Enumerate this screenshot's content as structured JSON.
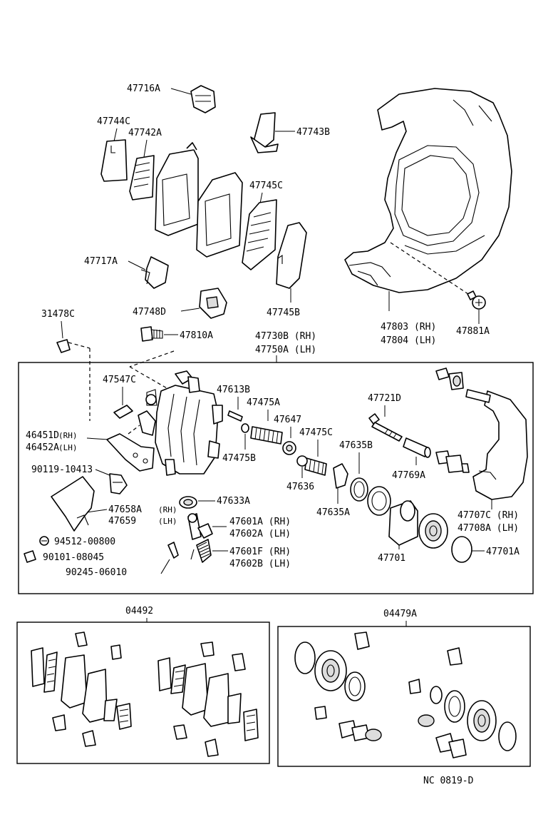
{
  "diagram": {
    "code": "NC 0819-D",
    "labels": {
      "p47716A": "47716A",
      "p47744C": "47744C",
      "p47742A": "47742A",
      "p47743B": "47743B",
      "p47745C": "47745C",
      "p47717A": "47717A",
      "p47745B": "47745B",
      "p47748D": "47748D",
      "p47803": "47803 (RH)",
      "p47804": "47804 (LH)",
      "p47881A": "47881A",
      "p31478C": "31478C",
      "p47810A": "47810A",
      "p47730B": "47730B (RH)",
      "p47750A": "47750A (LH)",
      "p47547C": "47547C",
      "p47613B": "47613B",
      "p47475A": "47475A",
      "p47647": "47647",
      "p47721D": "47721D",
      "p46451D": "46451D",
      "p46451D_side": "(RH)",
      "p46452A": "46452A",
      "p46452A_side": "(LH)",
      "p47475B": "47475B",
      "p47475C": "47475C",
      "p47635B": "47635B",
      "p47769A": "47769A",
      "p90119": "90119-10413",
      "p47636": "47636",
      "p47635A": "47635A",
      "p47633A": "47633A",
      "p47707C": "47707C (RH)",
      "p47708A": "47708A (LH)",
      "p47658A": "47658A",
      "p47658A_side": "(RH)",
      "p47659": "47659",
      "p47659_side": "(LH)",
      "p47601A": "47601A (RH)",
      "p47602A": "47602A (LH)",
      "p94512": "94512-00800",
      "p90101": "90101-08045",
      "p47701": "47701",
      "p47701A": "47701A",
      "p47601F": "47601F (RH)",
      "p47602B": "47602B (LH)",
      "p90245": "90245-06010",
      "p04492": "04492",
      "p04479A": "04479A"
    }
  }
}
